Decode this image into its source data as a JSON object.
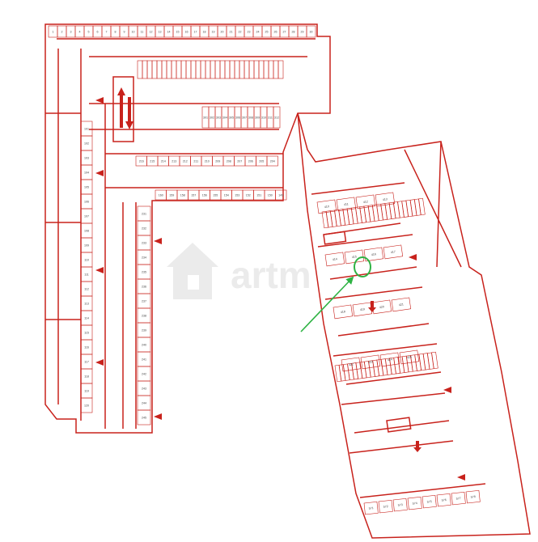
{
  "map": {
    "title": "",
    "watermark": {
      "text": "artm",
      "icon": "house-icon"
    },
    "colors": {
      "plan": "#c8221c",
      "marker": "#2fb344",
      "watermark": "#d9d9d9"
    },
    "top_row_numbers": [
      "1",
      "2",
      "3",
      "4",
      "5",
      "6",
      "7",
      "8",
      "9",
      "10",
      "11",
      "12",
      "13",
      "14",
      "15",
      "16",
      "17",
      "18",
      "19",
      "20",
      "21",
      "22",
      "23",
      "24",
      "25",
      "26",
      "27",
      "28",
      "29",
      "30"
    ],
    "left_column_numbers": [
      "101",
      "102",
      "103",
      "104",
      "105",
      "106",
      "107",
      "108",
      "109",
      "110",
      "111",
      "112",
      "113",
      "114",
      "115",
      "116",
      "117",
      "118",
      "119",
      "120"
    ],
    "corridor_numbers": [
      "216",
      "215",
      "214",
      "213",
      "212",
      "211",
      "210",
      "209",
      "208",
      "207",
      "206",
      "205",
      "204"
    ],
    "lower_corridor_numbers": [
      "160",
      "159",
      "158",
      "157",
      "156",
      "155",
      "154",
      "153",
      "152",
      "151",
      "150",
      "149"
    ],
    "wing_numbers": [
      "231",
      "232",
      "233",
      "234",
      "235",
      "236",
      "237",
      "238",
      "239",
      "240",
      "241",
      "242",
      "243",
      "244",
      "245"
    ],
    "inner_numbers": [
      "301",
      "302",
      "303",
      "304",
      "305",
      "306",
      "307",
      "308",
      "309",
      "310",
      "311",
      "312"
    ],
    "right_wing_rows": [
      "410",
      "411",
      "412",
      "413",
      "414",
      "415",
      "416",
      "417",
      "418",
      "419",
      "420",
      "421",
      "422",
      "423",
      "424",
      "425"
    ],
    "bottom_labels": [
      "571",
      "572",
      "573",
      "574",
      "575",
      "576",
      "577",
      "578"
    ],
    "highlighted_space": {
      "label": "selected parking space"
    }
  }
}
